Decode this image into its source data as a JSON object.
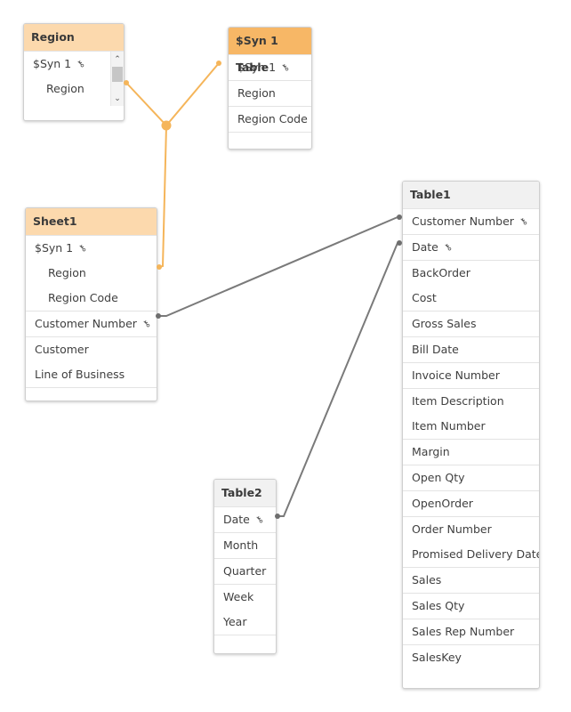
{
  "colors": {
    "header_selected": "#f7b766",
    "header_associated": "#fcd9ad",
    "header_plain": "#f1f1f1",
    "link_synthetic": "#f5b55a",
    "link_normal": "#7a7a7a"
  },
  "tables": {
    "region": {
      "title": "Region",
      "fields": [
        {
          "label": "$Syn 1",
          "key": true
        },
        {
          "label": "Region"
        }
      ]
    },
    "syn1": {
      "title": "$Syn 1 Table",
      "fields": [
        {
          "label": "$Syn 1",
          "key": true
        },
        {
          "label": "Region"
        },
        {
          "label": "Region Code"
        }
      ]
    },
    "sheet1": {
      "title": "Sheet1",
      "fields": [
        {
          "label": "$Syn 1",
          "key": true
        },
        {
          "label": "Region"
        },
        {
          "label": "Region Code"
        },
        {
          "label": "Customer Number",
          "key": true
        },
        {
          "label": "Customer"
        },
        {
          "label": "Line of Business"
        }
      ]
    },
    "table1": {
      "title": "Table1",
      "fields": [
        {
          "label": "Customer Number",
          "key": true
        },
        {
          "label": "Date",
          "key": true
        },
        {
          "label": "BackOrder"
        },
        {
          "label": "Cost"
        },
        {
          "label": "Gross Sales"
        },
        {
          "label": "Bill Date"
        },
        {
          "label": "Invoice Number"
        },
        {
          "label": "Item Description"
        },
        {
          "label": "Item Number"
        },
        {
          "label": "Margin"
        },
        {
          "label": "Open Qty"
        },
        {
          "label": "OpenOrder"
        },
        {
          "label": "Order Number"
        },
        {
          "label": "Promised Delivery Date"
        },
        {
          "label": "Sales"
        },
        {
          "label": "Sales Qty"
        },
        {
          "label": "Sales Rep Number"
        },
        {
          "label": "SalesKey"
        }
      ]
    },
    "table2": {
      "title": "Table2",
      "fields": [
        {
          "label": "Date",
          "key": true
        },
        {
          "label": "Month"
        },
        {
          "label": "Quarter"
        },
        {
          "label": "Week"
        },
        {
          "label": "Year"
        }
      ]
    }
  },
  "icons": {
    "key": "key-icon",
    "scroll_up": "chevron-up-icon",
    "scroll_down": "chevron-down-icon"
  }
}
